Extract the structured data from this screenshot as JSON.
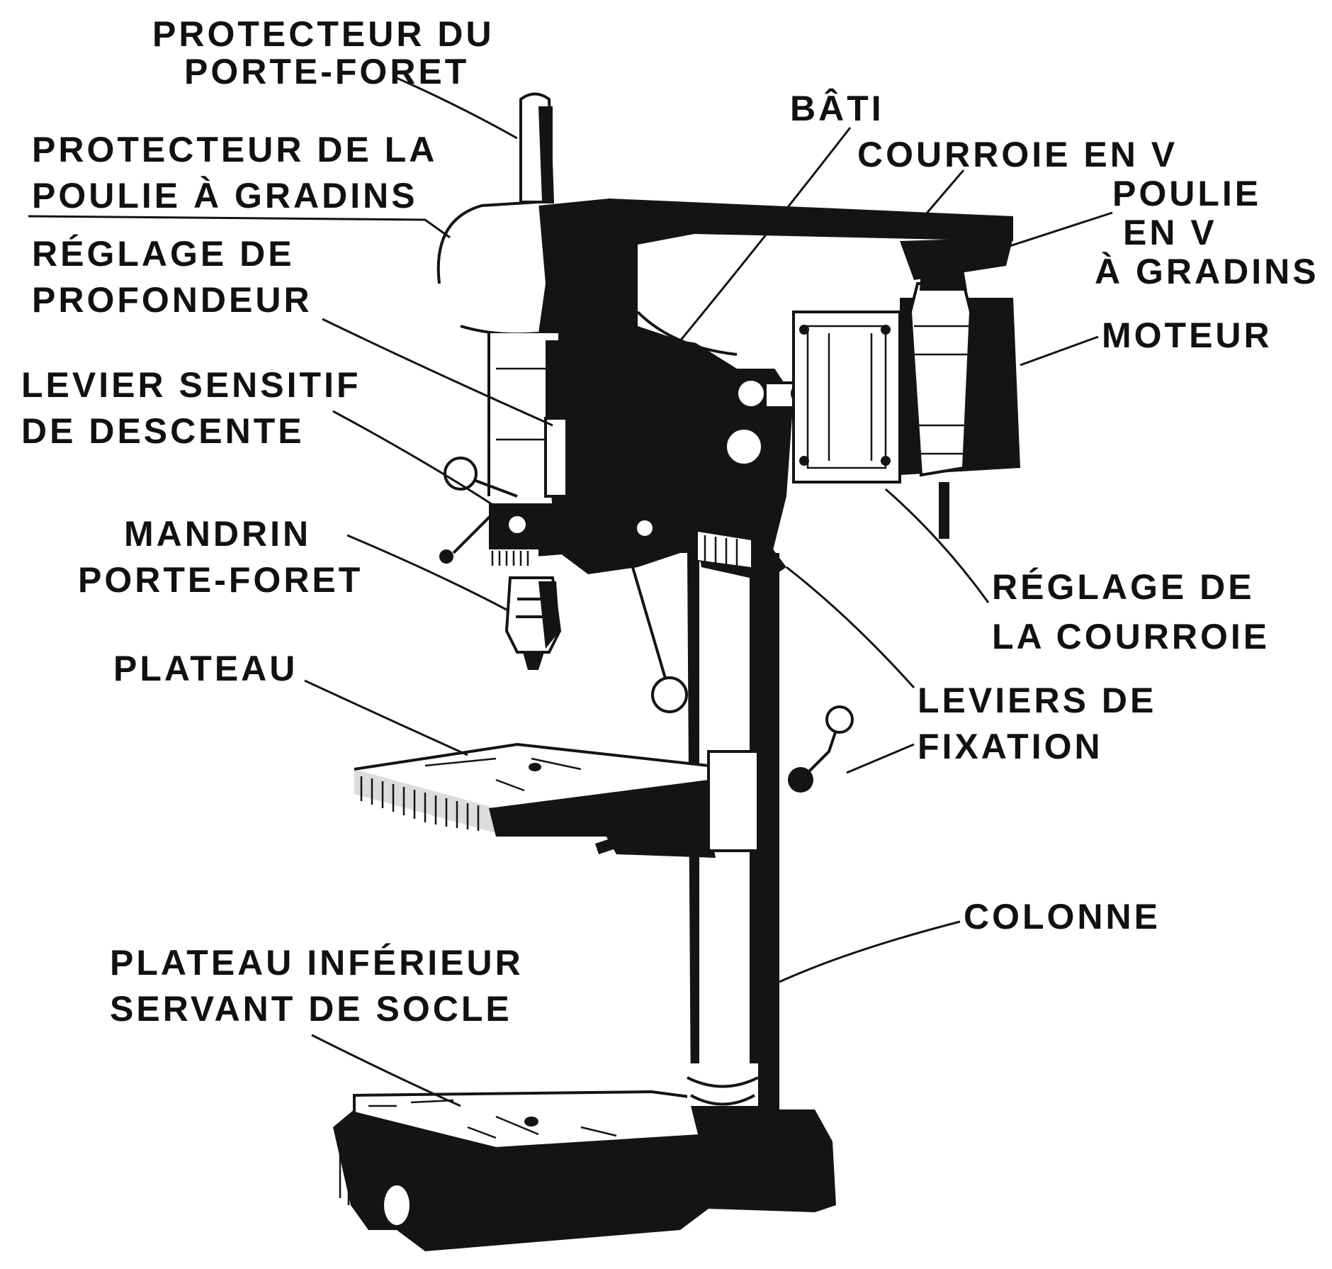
{
  "labels": {
    "protecteur_porte_foret": [
      "PROTECTEUR DU",
      "PORTE-FORET"
    ],
    "protecteur_poulie": [
      "PROTECTEUR DE LA",
      "POULIE À GRADINS"
    ],
    "reglage_profondeur": [
      "RÉGLAGE DE",
      "PROFONDEUR"
    ],
    "levier_sensitif": [
      "LEVIER SENSITIF",
      "DE DESCENTE"
    ],
    "mandrin": [
      "MANDRIN",
      "PORTE-FORET"
    ],
    "plateau": "PLATEAU",
    "plateau_inferieur": [
      "PLATEAU INFÉRIEUR",
      "SERVANT DE SOCLE"
    ],
    "bati": "BÂTI",
    "courroie": "COURROIE EN V",
    "poulie_v": [
      "POULIE",
      "EN V",
      "À GRADINS"
    ],
    "moteur": "MOTEUR",
    "reglage_courroie": [
      "RÉGLAGE DE",
      "LA COURROIE"
    ],
    "leviers_fixation": [
      "LEVIERS DE",
      "FIXATION"
    ],
    "colonne": "COLONNE"
  }
}
